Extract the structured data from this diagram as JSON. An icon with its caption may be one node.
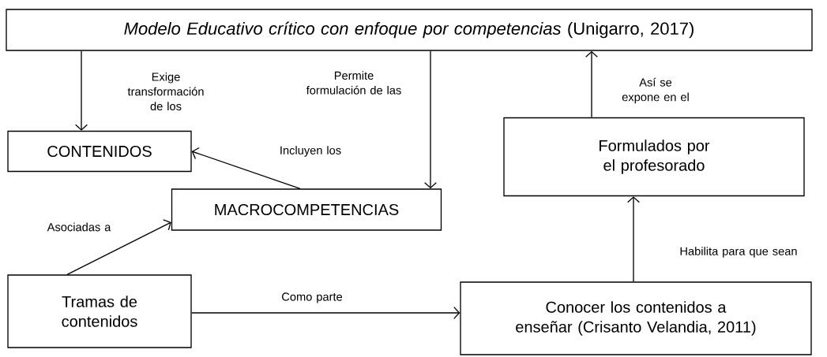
{
  "diagram": {
    "nodes": [
      {
        "text": [
          "*Modelo Educativo crítico con enfoque por competencias* (Unigarro, 2017)"
        ]
      },
      {
        "text": [
          "CONTENIDOS"
        ]
      },
      {
        "text": [
          "MACROCOMPETENCIAS"
        ]
      },
      {
        "text": [
          "Formulados por el profesorado"
        ]
      },
      {
        "text": [
          "Tramas de contenidos"
        ]
      },
      {
        "text": [
          "Conocer los contenidos a enseñar (Crisanto Velandia, 2011)"
        ]
      }
    ],
    "edges": [
      {
        "from": 0,
        "to": 1,
        "arrow": "to",
        "label": "Exige transformación de los"
      },
      {
        "from": 0,
        "to": 2,
        "arrow": "to",
        "label": "Permite formulación de las"
      },
      {
        "from": 2,
        "to": 1,
        "arrow": "to",
        "label": "Incluyen los"
      },
      {
        "from": 4,
        "to": 2,
        "arrow": "to",
        "label": "Asociadas a"
      },
      {
        "from": 4,
        "to": 5,
        "arrow": "to",
        "label": "Como parte"
      },
      {
        "from": 5,
        "to": 3,
        "arrow": "to",
        "label": "Habilita para que sean"
      },
      {
        "from": 3,
        "to": 0,
        "arrow": "to",
        "label": "Así se expone en el"
      }
    ]
  }
}
